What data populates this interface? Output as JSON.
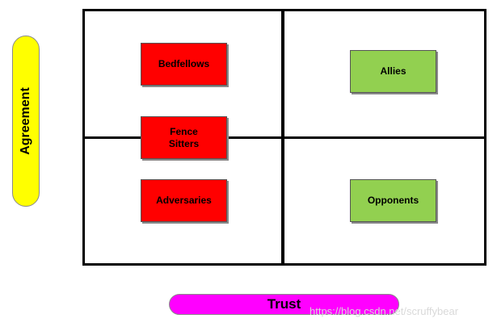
{
  "boxes": {
    "bedfellows": {
      "label": "Bedfellows",
      "color": "#ff0000"
    },
    "fence_sitters": {
      "label": "Fence\nSitters",
      "color": "#ff0000"
    },
    "adversaries": {
      "label": "Adversaries",
      "color": "#ff0000"
    },
    "allies": {
      "label": "Allies",
      "color": "#92d050"
    },
    "opponents": {
      "label": "Opponents",
      "color": "#92d050"
    }
  },
  "axes": {
    "vertical": {
      "label": "Agreement",
      "color": "#ffff00"
    },
    "horizontal": {
      "label": "Trust",
      "color": "#ff00ff"
    }
  },
  "watermark": "https://blog.csdn.net/scruffybear"
}
